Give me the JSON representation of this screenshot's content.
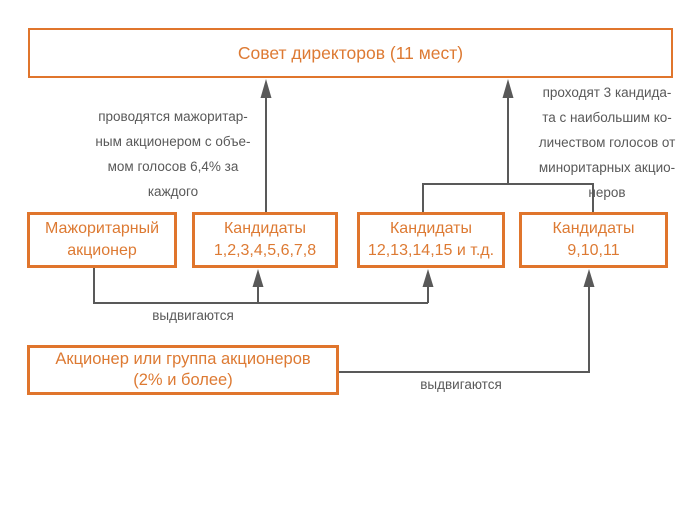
{
  "colors": {
    "box_border": "#e0752c",
    "box_text": "#dd7a33",
    "line_gray": "#595959",
    "label_gray": "#595959",
    "page_bg": "#ffffff"
  },
  "diagram": {
    "title_box": {
      "label": "Совет директоров (11 мест)"
    },
    "boxes": {
      "majority": {
        "line1": "Мажоритарный",
        "line2": "акционер"
      },
      "candidates_1_8": {
        "line1": "Кандидаты",
        "line2": "1,2,3,4,5,6,7,8"
      },
      "candidates_12_15": {
        "line1": "Кандидаты",
        "line2": "12,13,14,15 и т.д."
      },
      "candidates_9_11": {
        "line1": "Кандидаты",
        "line2": "9,10,11"
      },
      "shareholder": {
        "line1": "Акционер или группа акционеров",
        "line2": "(2% и более)"
      }
    },
    "annotations": {
      "left": {
        "lines": [
          "проводятся мажоритар-",
          "ным акционером с объе-",
          "мом голосов 6,4% за",
          "каждого"
        ]
      },
      "right": {
        "lines": [
          "проходят 3 кандида-",
          "та с наибольшим ко-",
          "личеством голосов от",
          "миноритарных акцио-",
          "неров"
        ]
      },
      "nominate_left": "выдвигаются",
      "nominate_right": "выдвигаются"
    }
  }
}
